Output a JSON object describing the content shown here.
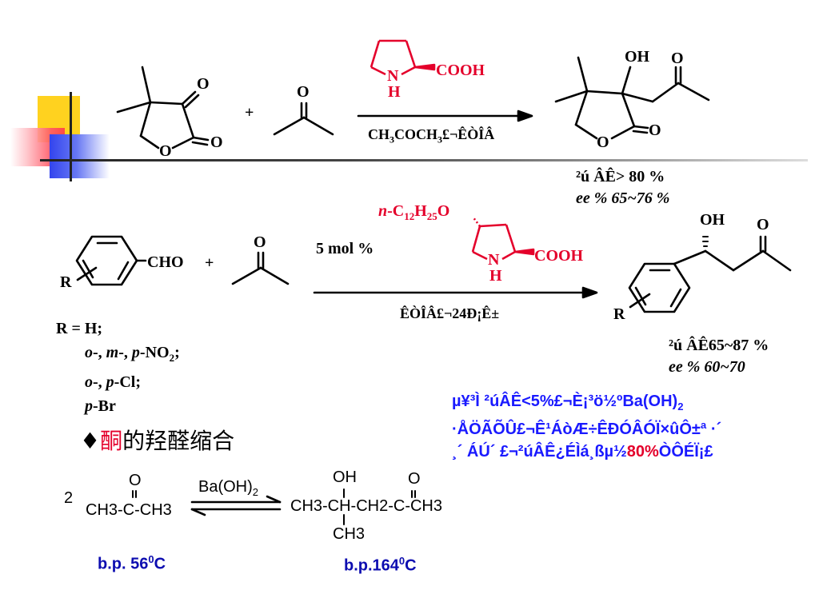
{
  "reaction1": {
    "plus": "+",
    "o_ketone": "O",
    "o_ring_keto": "O",
    "o_lactone": "O",
    "o_ring": "O",
    "catalyst_n": "N",
    "catalyst_h": "H",
    "catalyst_cooh": "COOH",
    "solvent_prefix": "CH",
    "solvent_sub1": "3",
    "solvent_mid": "COCH",
    "solvent_sub2": "3",
    "solvent_suffix": "£¬ÊÒÎÂ",
    "product_oh": "OH",
    "product_o_ketone": "O",
    "product_o_lactone": "O",
    "product_o_ring": "O",
    "yield": "²ú ÂÊ> 80 %",
    "ee": "ee % 65~76 %"
  },
  "reaction2": {
    "aldehyde": "CHO",
    "r_label": "R",
    "plus": "+",
    "o_acetone": "O",
    "loading": "5 mol %",
    "catalyst_n_prefix": "n",
    "catalyst_c": "-C",
    "catalyst_sub1": "12",
    "catalyst_h": "H",
    "catalyst_sub2": "25",
    "catalyst_o": "O",
    "catalyst_n": "N",
    "catalyst_nh": "H",
    "catalyst_cooh": "COOH",
    "conditions": "ÊÒÎÂ£¬24Ð¡Ê±",
    "product_oh": "OH",
    "product_o": "O",
    "product_r": "R",
    "r_def_line1": "R = H;",
    "r_def_line2_a": "o",
    "r_def_line2_b": "-, ",
    "r_def_line2_c": "m",
    "r_def_line2_d": "-, ",
    "r_def_line2_e": "p",
    "r_def_line2_f": "-NO",
    "r_def_line2_sub": "2",
    "r_def_line2_g": ";",
    "r_def_line3_a": "o",
    "r_def_line3_b": "-, ",
    "r_def_line3_c": "p",
    "r_def_line3_d": "-Cl;",
    "r_def_line4_a": "p",
    "r_def_line4_b": "-Br",
    "yield": "²ú ÂÊ65~87 %",
    "ee": "ee % 60~70"
  },
  "note": {
    "line1_a": "µ¥³Ì ²úÂÊ<5%£¬È¡³ö½ºBa(OH)",
    "line1_sub": "2",
    "line2": "·ÅÖÃÕÛ£¬Ê¹ÁòÆ÷ÊÐÓÂÓÏ×ûÔ±ª ·´",
    "line3_a": "¸´ ÁÚ´ £¬²úÂÊ¿ÉÌá¸ßµ½",
    "line3_highlight": "80%",
    "line3_b": "ÒÔÉÏ¡£"
  },
  "section_heading": {
    "bullet": "♦",
    "red_word": "酮",
    "rest": "的羟醛缩合"
  },
  "reaction3": {
    "coefficient": "2",
    "reactant_o": "O",
    "reactant_formula": "CH3-C-CH3",
    "reagent": "Ba(OH)",
    "reagent_sub": "2",
    "product_oh": "OH",
    "product_o": "O",
    "product_formula": "CH3-CH-CH2-C-CH3",
    "product_branch": "CH3",
    "bp_reactant": "b.p. 56",
    "bp_reactant_sup": "0",
    "bp_reactant_unit": "C",
    "bp_product": "b.p.164",
    "bp_product_sup": "0",
    "bp_product_unit": "C"
  },
  "colors": {
    "catalyst": "#e4002b",
    "note_text": "#1a1aff",
    "boiling_point": "#0d0db0",
    "deco_yellow": "#ffd21f",
    "deco_red": "#ff3b4a",
    "deco_blue": "#3344ee"
  }
}
